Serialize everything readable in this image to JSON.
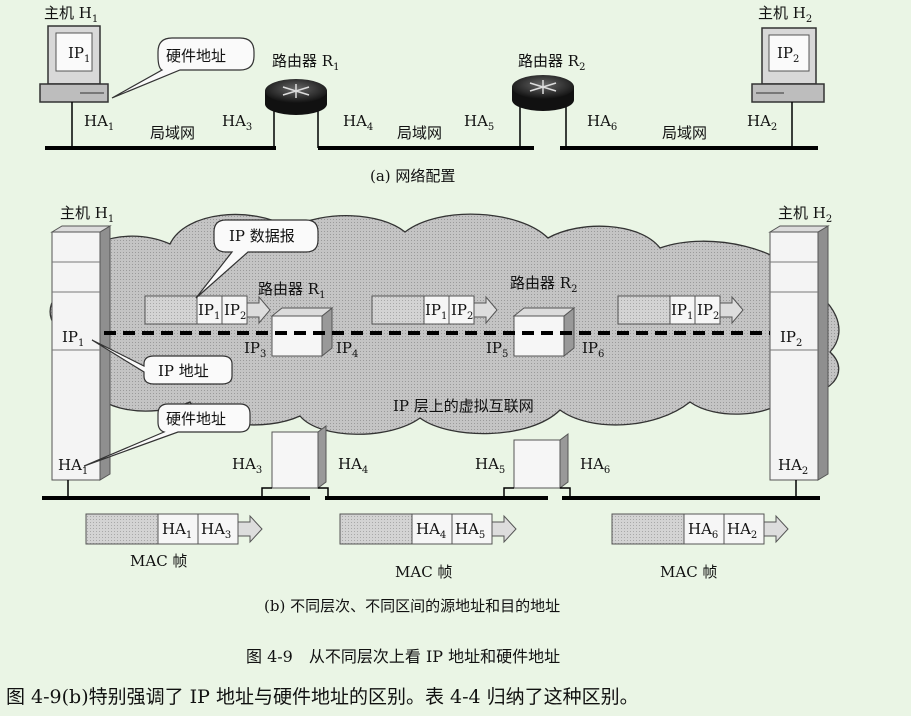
{
  "panel_a": {
    "host1": {
      "name": "主机 H",
      "sub": "1",
      "ip": "IP",
      "ip_sub": "1"
    },
    "host2": {
      "name": "主机 H",
      "sub": "2",
      "ip": "IP",
      "ip_sub": "2"
    },
    "router1": {
      "name": "路由器 R",
      "sub": "1"
    },
    "router2": {
      "name": "路由器 R",
      "sub": "2"
    },
    "callout": "硬件地址",
    "ha": [
      {
        "text": "HA",
        "sub": "1"
      },
      {
        "text": "HA",
        "sub": "3"
      },
      {
        "text": "HA",
        "sub": "4"
      },
      {
        "text": "HA",
        "sub": "5"
      },
      {
        "text": "HA",
        "sub": "6"
      },
      {
        "text": "HA",
        "sub": "2"
      }
    ],
    "lan_label": "局域网",
    "caption": "(a) 网络配置"
  },
  "panel_b": {
    "host1": {
      "name": "主机 H",
      "sub": "1",
      "ip": "IP",
      "ip_sub": "1"
    },
    "host2": {
      "name": "主机 H",
      "sub": "2",
      "ip": "IP",
      "ip_sub": "2"
    },
    "router1": {
      "name": "路由器 R",
      "sub": "1"
    },
    "router2": {
      "name": "路由器 R",
      "sub": "2"
    },
    "callout_datagram": "IP 数据报",
    "callout_ip": "IP 地址",
    "callout_hw": "硬件地址",
    "cloud_label": "IP 层上的虚拟互联网",
    "datagrams": [
      {
        "src": "IP",
        "src_sub": "1",
        "dst": "IP",
        "dst_sub": "2"
      },
      {
        "src": "IP",
        "src_sub": "1",
        "dst": "IP",
        "dst_sub": "2"
      },
      {
        "src": "IP",
        "src_sub": "1",
        "dst": "IP",
        "dst_sub": "2"
      }
    ],
    "router_ips": [
      {
        "text": "IP",
        "sub": "3"
      },
      {
        "text": "IP",
        "sub": "4"
      },
      {
        "text": "IP",
        "sub": "5"
      },
      {
        "text": "IP",
        "sub": "6"
      }
    ],
    "ha": [
      {
        "text": "HA",
        "sub": "1"
      },
      {
        "text": "HA",
        "sub": "3"
      },
      {
        "text": "HA",
        "sub": "4"
      },
      {
        "text": "HA",
        "sub": "5"
      },
      {
        "text": "HA",
        "sub": "6"
      },
      {
        "text": "HA",
        "sub": "2"
      }
    ],
    "frames": [
      {
        "src": "HA",
        "src_sub": "1",
        "dst": "HA",
        "dst_sub": "3",
        "label": "MAC 帧"
      },
      {
        "src": "HA",
        "src_sub": "4",
        "dst": "HA",
        "dst_sub": "5",
        "label": "MAC 帧"
      },
      {
        "src": "HA",
        "src_sub": "6",
        "dst": "HA",
        "dst_sub": "2",
        "label": "MAC 帧"
      }
    ],
    "caption": "(b) 不同层次、不同区间的源地址和目的地址"
  },
  "figure_caption": "图 4-9　从不同层次上看 IP 地址和硬件地址",
  "body_text": "图 4-9(b)特别强调了 IP 地址与硬件地址的区别。表 4-4 归纳了这种区别。",
  "colors": {
    "background": "#eaf5e5",
    "cloud": "#b7b7b7",
    "box_fill": "#f6f6f6",
    "frame_fill": "#cfcfcf"
  }
}
